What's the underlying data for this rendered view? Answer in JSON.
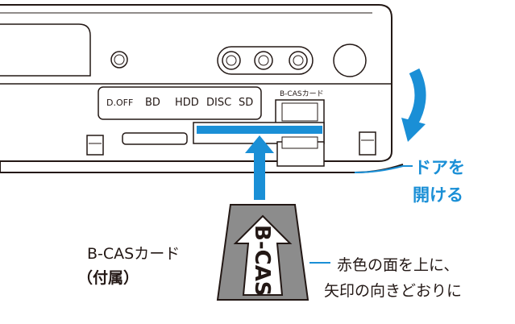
{
  "device": {
    "indicators": [
      "D.OFF",
      "BD",
      "HDD",
      "DISC",
      "SD"
    ],
    "slot_label": "B-CASカード"
  },
  "card": {
    "text": "B-CAS"
  },
  "callouts": {
    "door_line1": "ドアを",
    "door_line2": "開ける",
    "card_name_line1": "B-CASカード",
    "card_name_line2": "（付属）",
    "orientation_line1": "赤色の面を上に、",
    "orientation_line2": "矢印の向きどおりに"
  },
  "colors": {
    "accent_blue": "#1a8fd6",
    "card_gray": "#8c8c8c",
    "line_dark": "#231815"
  }
}
